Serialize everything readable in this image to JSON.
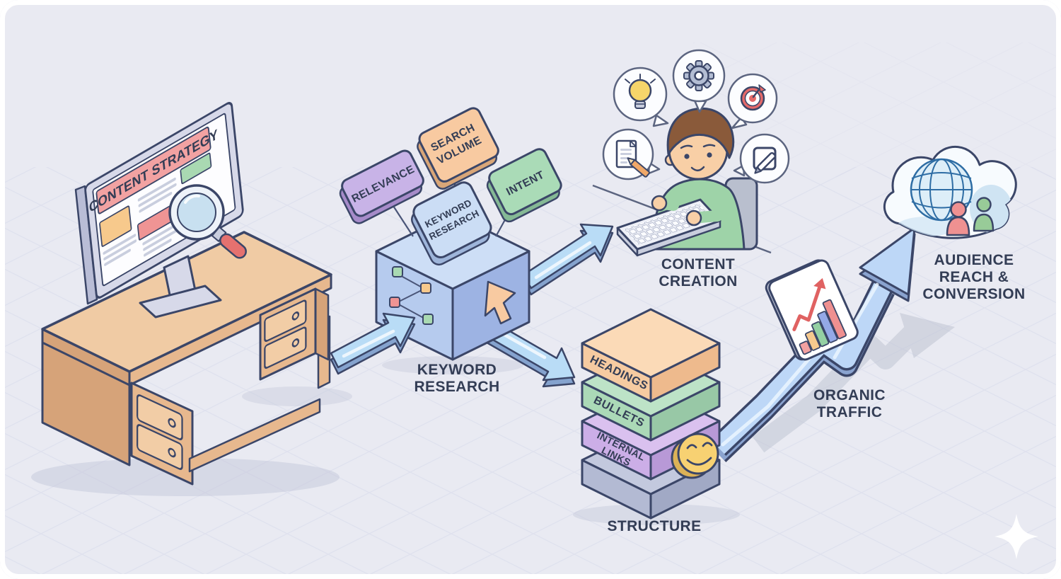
{
  "screen": {
    "banner": "CONTENT STRATEGY"
  },
  "tags": {
    "relevance": "RELEVANCE",
    "search_line1": "SEARCH",
    "search_line2": "VOLUME",
    "intent": "INTENT",
    "box_line1": "KEYWORD",
    "box_line2": "RESEARCH"
  },
  "stack": {
    "layer1": "HEADINGS",
    "layer2": "BULLETS",
    "layer3_line1": "INTERNAL",
    "layer3_line2": "LINKS"
  },
  "labels": {
    "keyword_line1": "KEYWORD",
    "keyword_line2": "RESEARCH",
    "content_line1": "CONTENT",
    "content_line2": "CREATION",
    "structure": "STRUCTURE",
    "organic_line1": "ORGANIC",
    "organic_line2": "TRAFFIC",
    "audience_line1": "AUDIENCE",
    "audience_line2": "REACH &",
    "audience_line3": "CONVERSION"
  },
  "colors": {
    "background": "#e9eaf2",
    "outline": "#3b4668",
    "label": "#333d55",
    "grid": "#d7daea",
    "shadow": "#c7cbdc",
    "desk_top": "#f0cba4",
    "desk_front": "#e7b88e",
    "desk_side": "#d6a379",
    "drawer_face": "#f2cda6",
    "monitor_frame": "#d7d9e9",
    "monitor_side": "#b9bdd6",
    "screen_white": "#fdfdff",
    "banner_red": "#f2a2a2",
    "block_green": "#a9d9b2",
    "block_orange": "#f7c98c",
    "block_red": "#ef9494",
    "line_gray": "#c9cede",
    "magnifier_rim": "#eef3f9",
    "magnifier_lens": "#c8e0f0",
    "magnifier_handle": "#e5716f",
    "cube_top": "#cddef6",
    "cube_left": "#b6cbee",
    "cube_right": "#9db3e3",
    "tag_purple": "#c8b3e7",
    "tag_purple_dark": "#a68bc9",
    "tag_peach": "#f8caa1",
    "tag_peach_dark": "#d9a678",
    "tag_green": "#aadbb7",
    "tag_green_dark": "#85b995",
    "tag_blue": "#cbddf5",
    "tag_blue_dark": "#9eb5da",
    "arrow_fill": "#b9dcf6",
    "arrow_dark": "#85a3ce",
    "arrow_big": "#bdd7f7",
    "arrow_big_dark": "#8aa3cf",
    "shadow_arrow": "#c0c4d3",
    "stack1_top": "#fbdab7",
    "stack1_left": "#f6cba1",
    "stack1_right": "#eeba8d",
    "stack2_top": "#bde3c7",
    "stack2_left": "#abd9b7",
    "stack2_right": "#98c8a6",
    "stack3_top": "#dac1ef",
    "stack3_left": "#ccaee7",
    "stack3_right": "#b899d7",
    "stack4_top": "#c3c9de",
    "stack4_left": "#b3bad3",
    "stack4_right": "#a1a9c5",
    "smiley": "#f7d172",
    "smiley_dark": "#ddb257",
    "chart_card": "#ffffff",
    "bar1": "#f2a0a0",
    "bar2": "#f6c98e",
    "bar3": "#94d0a3",
    "bar4": "#94a9e7",
    "bar5": "#ef9090",
    "trend_red": "#e06262",
    "skin": "#f8cfa6",
    "hair": "#8a5a3a",
    "shirt": "#9ed3a8",
    "chair": "#b9bfce",
    "bubble_fill": "#fcfdff",
    "bubble_stroke": "#5c6580",
    "bulb_yellow": "#f6d56a",
    "gear_gray": "#b3bdd3",
    "target_red": "#e46a6a",
    "pencil_orange": "#f0a868",
    "cloud_fill": "#f7fbfe",
    "cloud_shade": "#cfe4f3",
    "globe_fill": "#ddeef8",
    "globe_line": "#2e6da4",
    "person_red": "#ef9191",
    "person_green": "#98cb98",
    "sparkle": "#ffffff"
  }
}
